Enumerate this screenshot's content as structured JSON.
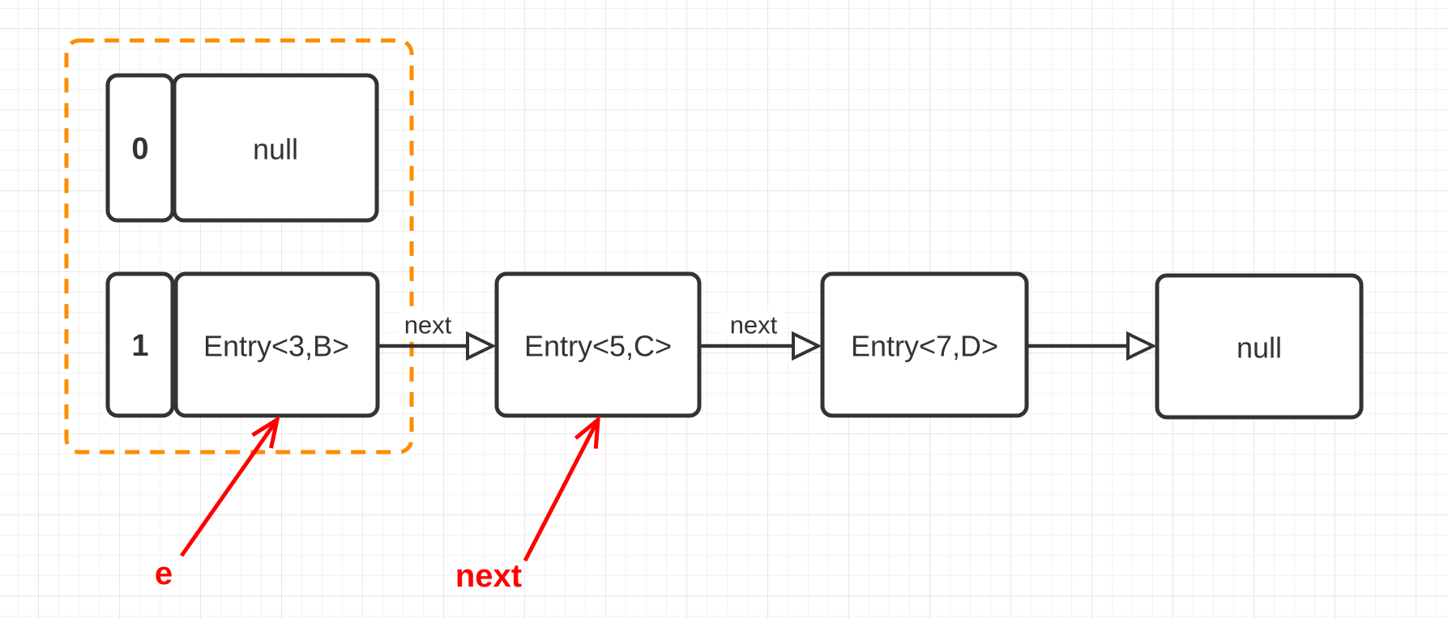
{
  "diagram": {
    "bucket_group": {
      "buckets": [
        {
          "index": "0",
          "value": "null"
        },
        {
          "index": "1",
          "value": "Entry<3,B>"
        }
      ]
    },
    "list_nodes": [
      {
        "label": "Entry<5,C>"
      },
      {
        "label": "Entry<7,D>"
      },
      {
        "label": "null"
      }
    ],
    "edges": [
      {
        "label": "next"
      },
      {
        "label": "next"
      },
      {
        "label": ""
      }
    ],
    "annotations": [
      {
        "label": "e"
      },
      {
        "label": "next"
      }
    ],
    "colors": {
      "box_stroke": "#333333",
      "box_fill": "#ffffff",
      "group_stroke": "#FF8C00",
      "annotation": "#FF0000",
      "text": "#333333"
    }
  }
}
